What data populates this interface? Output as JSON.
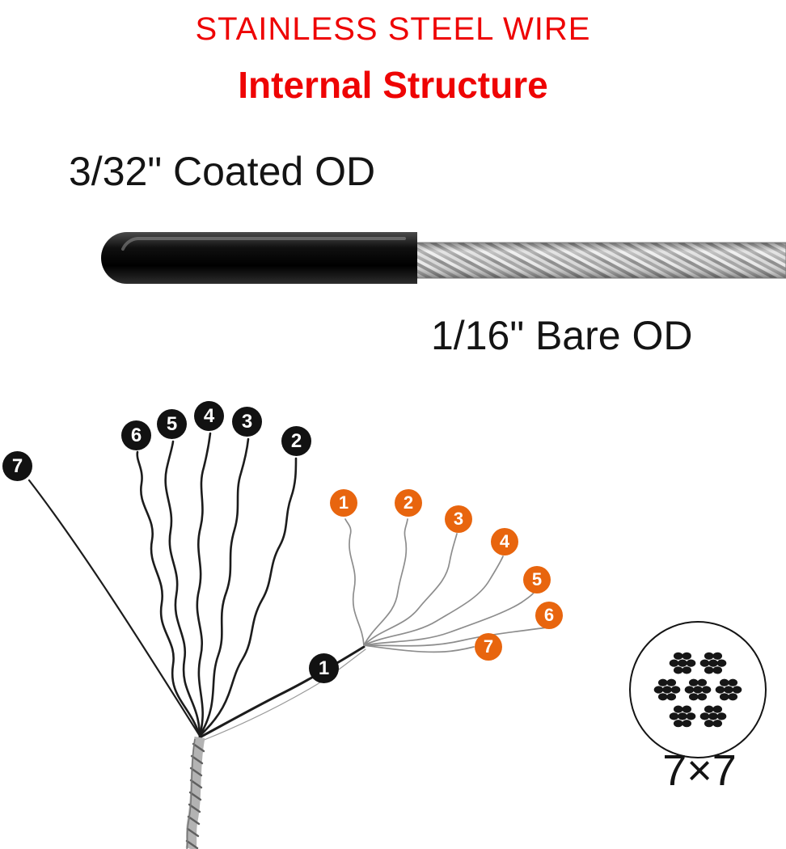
{
  "title": {
    "line1": "STAINLESS STEEL WIRE",
    "line2": "Internal Structure",
    "color": "#ee0404"
  },
  "labels": {
    "coated_od": "3/32\" Coated OD",
    "bare_od": "1/16\" Bare OD",
    "construction": "7×7"
  },
  "badges": {
    "black_color": "#121212",
    "orange_color": "#e8650e",
    "black": [
      "7",
      "6",
      "5",
      "4",
      "3",
      "2",
      "1"
    ],
    "orange": [
      "1",
      "2",
      "3",
      "4",
      "5",
      "6",
      "7"
    ]
  }
}
